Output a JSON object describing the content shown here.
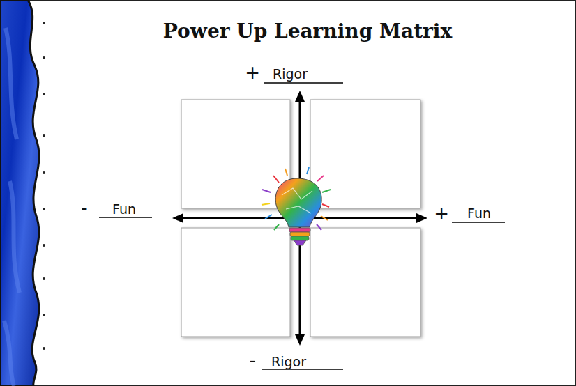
{
  "diagram": {
    "title": "Power Up Learning Matrix",
    "labels": [
      "+",
      "Rigor",
      "-",
      "Fun",
      "+",
      "Fun",
      "-",
      "Rigor"
    ]
  }
}
